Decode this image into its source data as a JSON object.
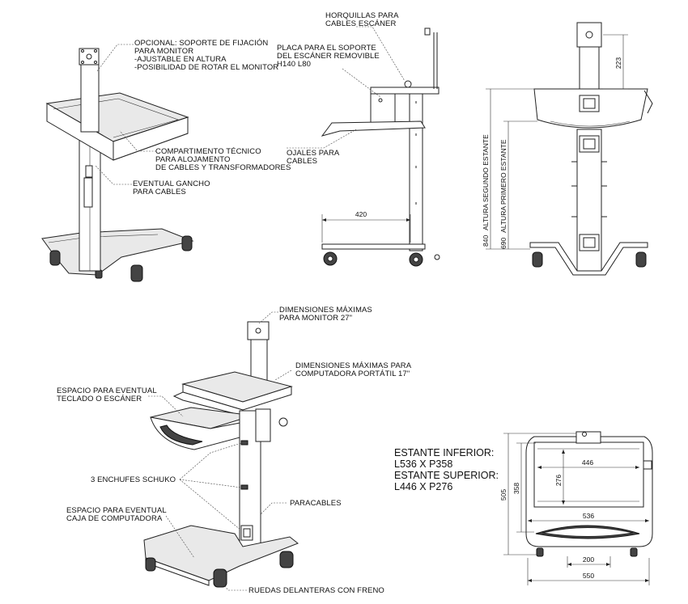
{
  "view_topleft": {
    "callouts": {
      "monitor_support": [
        "OPCIONAL: SOPORTE DE FIJACIÓN",
        "PARA MONITOR",
        "-AJUSTABLE EN ALTURA",
        "-POSIBILIDAD DE ROTAR EL MONITOR"
      ],
      "tech_compartment": [
        "COMPARTIMENTO TÉCNICO",
        "PARA ALOJAMENTO",
        "DE CABLES Y TRANSFORMADORES"
      ],
      "cable_hook": [
        "EVENTUAL GANCHO",
        "PARA CABLES"
      ]
    }
  },
  "view_side": {
    "callouts": {
      "forks": [
        "HORQUILLAS PARA",
        "CABLES ESCÁNER"
      ],
      "scanner_plate": [
        "PLACA PARA EL SOPORTE",
        "DEL ESCÁNER REMOVIBLE",
        "H140 L80"
      ],
      "cable_eyelets": [
        "OJALES PARA",
        "CABLES"
      ]
    },
    "dimensions": {
      "shelf_depth": "420"
    }
  },
  "view_front": {
    "dimensions": {
      "top_offset": "223",
      "second_shelf_height": "840",
      "first_shelf_height": "690"
    },
    "labels": {
      "second_shelf": "ALTURA SEGUNDO ESTANTE",
      "first_shelf": "ALTURA PRIMERO ESTANTE"
    }
  },
  "view_perspective": {
    "callouts": {
      "monitor_max": [
        "DIMENSIONES MÁXIMAS",
        "PARA MONITOR 27\""
      ],
      "laptop_max": [
        "DIMENSIONES MÁXIMAS PARA",
        "COMPUTADORA PORTÁTIL 17\""
      ],
      "keyboard_space": [
        "ESPACIO PARA EVENTUAL",
        "TECLADO O ESCÁNER"
      ],
      "schuko": [
        "3 ENCHUFES SCHUKO"
      ],
      "cable_holder": [
        "PARACABLES"
      ],
      "pc_case_space": [
        "ESPACIO PARA EVENTUAL",
        "CAJA DE COMPUTADORA"
      ],
      "front_wheels": [
        "RUEDAS DELANTERAS CON FRENO"
      ]
    }
  },
  "shelves_note": {
    "lines": [
      "ESTANTE INFERIOR:",
      "L536 X P358",
      "ESTANTE SUPERIOR:",
      "L446 X P276"
    ]
  },
  "view_top": {
    "dimensions": {
      "upper_width": "446",
      "upper_depth": "276",
      "lower_depth": "358",
      "overall_depth": "505",
      "lower_width": "536",
      "wheel_spacing": "200",
      "overall_width": "550"
    }
  }
}
